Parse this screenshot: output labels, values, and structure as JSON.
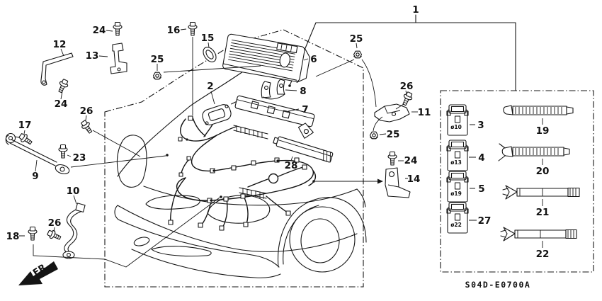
{
  "diagram": {
    "code": "S04D-E0700A",
    "fr_label": "FR.",
    "callouts": {
      "1": "1",
      "2": "2",
      "3": "3",
      "4": "4",
      "5": "5",
      "6": "6",
      "7": "7",
      "8": "8",
      "9": "9",
      "10": "10",
      "11": "11",
      "12": "12",
      "13": "13",
      "14": "14",
      "15": "15",
      "16": "16",
      "17": "17",
      "18": "18",
      "19": "19",
      "20": "20",
      "21": "21",
      "22": "22",
      "23": "23",
      "24": "24",
      "25": "25",
      "26": "26",
      "27": "27",
      "28": "28"
    },
    "panel": {
      "connectors": [
        {
          "ref": "3",
          "diameter": "ø10"
        },
        {
          "ref": "4",
          "diameter": "ø13"
        },
        {
          "ref": "5",
          "diameter": "ø19"
        },
        {
          "ref": "27",
          "diameter": "ø22"
        }
      ],
      "ties": [
        {
          "ref": "19"
        },
        {
          "ref": "20"
        },
        {
          "ref": "21"
        },
        {
          "ref": "22"
        }
      ]
    }
  }
}
